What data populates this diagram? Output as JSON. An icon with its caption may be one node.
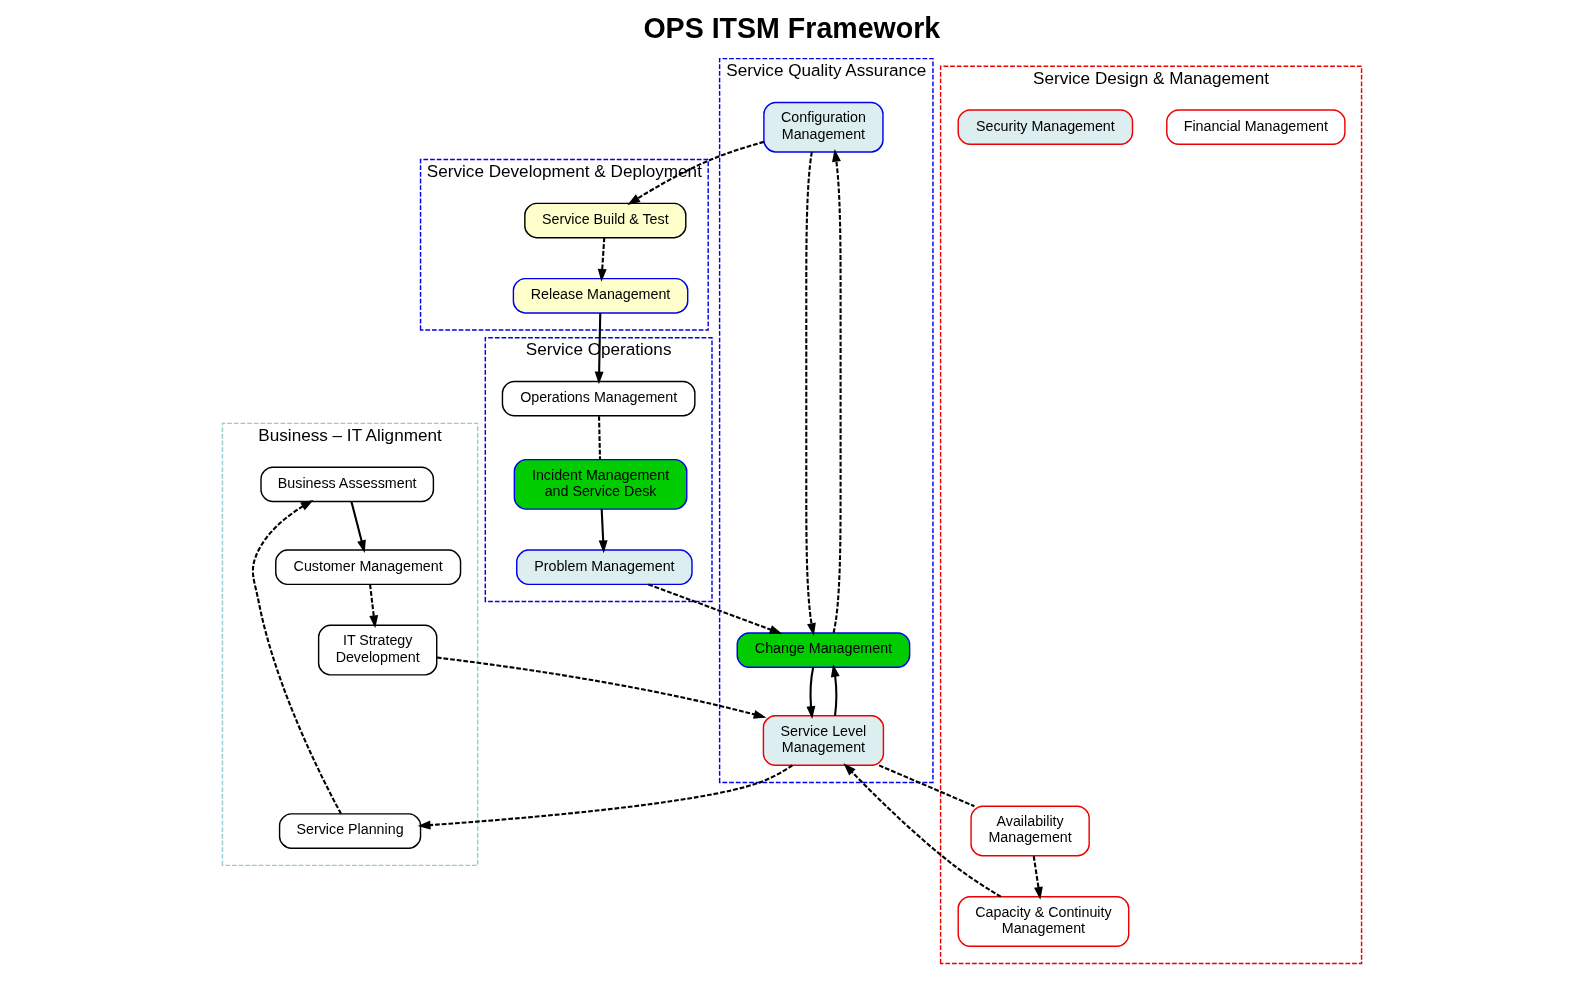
{
  "diagram": {
    "title": "OPS ITSM Framework",
    "nodes": [
      {
        "text": [
          "Business – IT Alignment"
        ]
      },
      {
        "text": [
          "Business Assessment"
        ],
        "in": 0
      },
      {
        "text": [
          "Customer Management"
        ],
        "in": 0
      },
      {
        "text": [
          "IT Strategy Development"
        ],
        "in": 0
      },
      {
        "text": [
          "Service Planning"
        ],
        "in": 0
      },
      {
        "text": [
          "Service Operations"
        ]
      },
      {
        "text": [
          "Incident Management and Service Desk"
        ],
        "in": 5
      },
      {
        "text": [
          "Operations Management"
        ],
        "in": 5
      },
      {
        "text": [
          "Problem Management"
        ],
        "in": 5
      },
      {
        "text": [
          "Service Quality Assurance"
        ]
      },
      {
        "text": [
          "Configuration Management"
        ],
        "in": 9
      },
      {
        "text": [
          "Change Management"
        ],
        "in": 9
      },
      {
        "text": [
          "Service Level Management"
        ],
        "in": 9
      },
      {
        "text": [
          "Service Design & Management"
        ]
      },
      {
        "text": [
          "Availability Management"
        ],
        "in": 13
      },
      {
        "text": [
          "Capacity & Continuity Management"
        ],
        "in": 13
      },
      {
        "text": [
          "Financial Management"
        ],
        "in": 13
      },
      {
        "text": [
          "Security Management"
        ],
        "in": 13
      },
      {
        "text": [
          "Service Development & Deployment"
        ]
      },
      {
        "text": [
          "Service Build & Test"
        ],
        "in": 18
      },
      {
        "text": [
          "Release Management"
        ],
        "in": 18
      }
    ],
    "edges": [
      {
        "from": 11,
        "to": 12,
        "arrow": "to"
      },
      {
        "from": 12,
        "to": 4,
        "arrow": "to",
        "style": "dashed"
      },
      {
        "from": 4,
        "to": 1,
        "arrow": "to",
        "style": "dashed"
      },
      {
        "from": 1,
        "to": 2,
        "arrow": "to"
      },
      {
        "from": 2,
        "to": 3,
        "arrow": "to",
        "style": "dashed"
      },
      {
        "from": 3,
        "to": 12,
        "arrow": "to",
        "style": "dashed"
      },
      {
        "from": 12,
        "to": 14,
        "arrow": "none",
        "style": "dashed"
      },
      {
        "from": 14,
        "to": 15,
        "arrow": "to",
        "style": "dashed"
      },
      {
        "from": 15,
        "to": 12,
        "arrow": "to",
        "style": "dashed"
      },
      {
        "from": 12,
        "to": 11,
        "arrow": "to"
      },
      {
        "from": 11,
        "to": 10,
        "arrow": "to",
        "style": "dashed"
      },
      {
        "from": 10,
        "to": 11,
        "arrow": "to",
        "style": "dashed"
      },
      {
        "from": 10,
        "to": 19,
        "arrow": "to",
        "style": "dashed"
      },
      {
        "from": 19,
        "to": 20,
        "arrow": "to",
        "style": "dashed"
      },
      {
        "from": 20,
        "to": 7,
        "arrow": "to"
      },
      {
        "from": 7,
        "to": 6,
        "arrow": "none",
        "style": "dashed"
      },
      {
        "from": 6,
        "to": 8,
        "arrow": "to"
      },
      {
        "from": 8,
        "to": 11,
        "arrow": "to",
        "style": "dashed"
      }
    ]
  }
}
